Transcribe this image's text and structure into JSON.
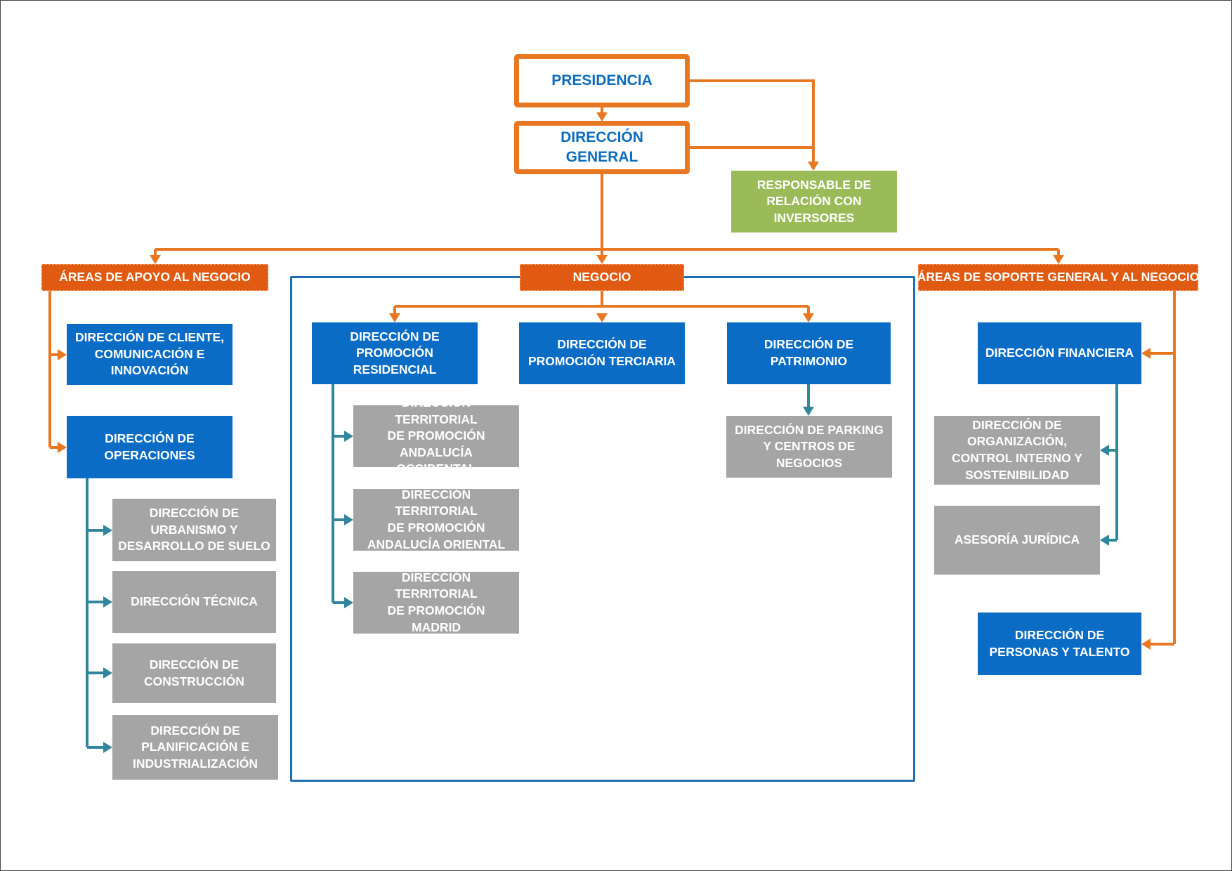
{
  "colors": {
    "orange": "#e87722",
    "area_orange": "#e05a12",
    "blue": "#0a6cc4",
    "green": "#9bbb59",
    "grey": "#a5a5a5",
    "teal": "#31859c",
    "frame_blue": "#1f6eb5"
  },
  "top": {
    "presidencia": "PRESIDENCIA",
    "direccion_general": "DIRECCIÓN GENERAL",
    "investor_relations": [
      "RESPONSABLE DE",
      "RELACIÓN CON",
      "INVERSORES"
    ]
  },
  "areas": {
    "apoyo": "ÁREAS DE APOYO AL NEGOCIO",
    "negocio": "NEGOCIO",
    "soporte": "ÁREAS DE SOPORTE GENERAL Y AL NEGOCIO"
  },
  "apoyo": {
    "cliente": [
      "DIRECCIÓN DE CLIENTE,",
      "COMUNICACIÓN E",
      "INNOVACIÓN"
    ],
    "operaciones": [
      "DIRECCIÓN DE",
      "OPERACIONES"
    ],
    "urbanismo": [
      "DIRECCIÓN DE",
      "URBANISMO Y",
      "DESARROLLO DE SUELO"
    ],
    "tecnica": [
      "DIRECCIÓN TÉCNICA"
    ],
    "construccion": [
      "DIRECCIÓN DE",
      "CONSTRUCCIÓN"
    ],
    "planificacion": [
      "DIRECCIÓN DE",
      "PLANIFICACIÓN E",
      "INDUSTRIALIZACIÓN"
    ]
  },
  "negocio": {
    "residencial": [
      "DIRECCIÓN DE",
      "PROMOCIÓN",
      "RESIDENCIAL"
    ],
    "terciaria": [
      "DIRECCIÓN DE",
      "PROMOCIÓN TERCIARIA"
    ],
    "patrimonio": [
      "DIRECCIÓN DE",
      "PATRIMONIO"
    ],
    "occidental": [
      "DIRECCIÓN TERRITORIAL",
      "DE PROMOCIÓN",
      "ANDALUCÍA OCCIDENTAL"
    ],
    "oriental": [
      "DIRECCIÓN TERRITORIAL",
      "DE PROMOCIÓN",
      "ANDALUCÍA ORIENTAL"
    ],
    "madrid": [
      "DIRECCIÓN TERRITORIAL",
      "DE PROMOCIÓN",
      "MADRID"
    ],
    "parking": [
      "DIRECCIÓN DE PARKING",
      "Y CENTROS DE",
      "NEGOCIOS"
    ]
  },
  "soporte": {
    "financiera": [
      "DIRECCIÓN FINANCIERA"
    ],
    "organizacion": [
      "DIRECCIÓN DE",
      "ORGANIZACIÓN,",
      "CONTROL INTERNO Y",
      "SOSTENIBILIDAD"
    ],
    "juridica": [
      "ASESORÍA JURÍDICA"
    ],
    "personas": [
      "DIRECCIÓN DE",
      "PERSONAS Y TALENTO"
    ]
  }
}
